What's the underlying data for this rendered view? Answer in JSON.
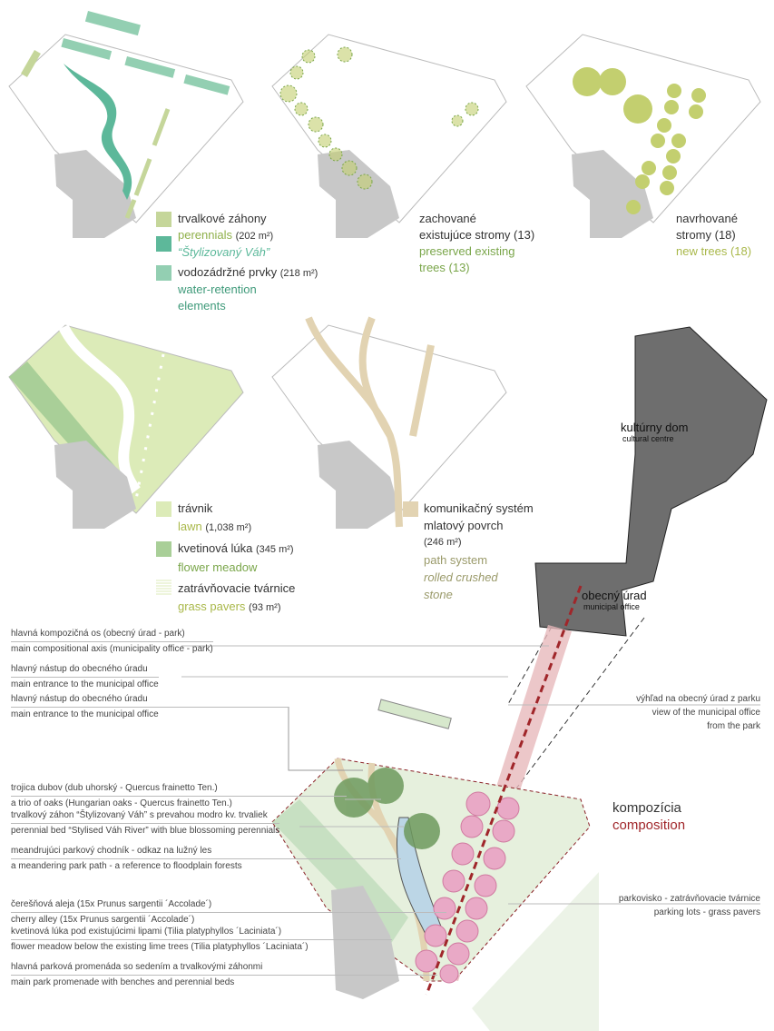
{
  "panels": {
    "perennials": {
      "l1": "trvalkové záhony",
      "l2": "perennials",
      "l2b": "(202 m²)",
      "l3": "“Štylizovaný Váh”",
      "l4": "vodozádržné prvky",
      "l4b": "(218 m²)",
      "l5": "water-retention",
      "l6": "elements"
    },
    "preserved": {
      "l1": "zachované",
      "l2": "existujúce stromy (13)",
      "l3": "preserved existing",
      "l4": "trees (13)"
    },
    "new_trees": {
      "l1": "navrhované",
      "l2": "stromy (18)",
      "l3": "new trees (18)"
    },
    "lawn": {
      "l1": "trávnik",
      "l2": "lawn",
      "l2b": "(1,038 m²)",
      "l3": "kvetinová lúka",
      "l3b": "(345 m²)",
      "l4": "flower meadow",
      "l5": "zatrávňovacie tvárnice",
      "l6": "grass pavers",
      "l6b": "(93 m²)"
    },
    "paths": {
      "l1": "komunikačný systém",
      "l2": "mlatový povrch",
      "l3": "(246 m²)",
      "l4": "path system",
      "l5": "rolled crushed",
      "l6": "stone"
    }
  },
  "buildings": {
    "culture_sk": "kultúrny dom",
    "culture_en": "cultural centre",
    "office_sk": "obecný úrad",
    "office_en": "municipal office"
  },
  "annotations_left": [
    {
      "sk": "hlavná kompozičná os (obecný úrad - park)",
      "en": "main compositional axis (municipality office - park)"
    },
    {
      "sk": "hlavný nástup do obecného úradu",
      "en": "main entrance to the municipal office"
    },
    {
      "sk": "hlavný nástup do obecného úradu",
      "en": "main entrance to the municipal office"
    },
    {
      "sk": "trojica dubov (dub uhorský - Quercus frainetto Ten.)",
      "en": "a trio of oaks (Hungarian oaks - Quercus frainetto Ten.)"
    },
    {
      "sk": "trvalkový záhon “Štylizovaný Váh” s prevahou modro kv. trvaliek",
      "en": "perennial bed “Stylised Váh River” with blue blossoming perennials"
    },
    {
      "sk": "meandrujúci parkový chodník - odkaz na lužný les",
      "en": "a meandering park path - a reference to floodplain forests"
    },
    {
      "sk": "čerešňová aleja (15x Prunus sargentii ´Accolade´)",
      "en": "cherry alley (15x Prunus sargentii ´Accolade´)"
    },
    {
      "sk": "kvetinová lúka pod existujúcimi lipami (Tilia platyphyllos ´Laciniata´)",
      "en": "flower meadow below the existing lime trees (Tilia platyphyllos ´Laciniata´)"
    },
    {
      "sk": "hlavná parková promenáda so sedením a trvalkovými záhonmi",
      "en": "main park promenade with benches and perennial beds"
    }
  ],
  "annotations_right": {
    "view_sk": "výhľad na obecný úrad z parku",
    "view_en1": "view of the municipal office",
    "view_en2": "from the park",
    "parking_sk": "parkovisko - zatrávňovacie tvárnice",
    "parking_en": "parking lots - grass pavers"
  },
  "title": {
    "sk": "kompozícia",
    "en": "composition"
  },
  "colors": {
    "perennial": "#c5d69a",
    "water": "#5db89a",
    "retention": "#93cfb2",
    "lawn": "#dcebb8",
    "meadow": "#a9cf98",
    "path": "#e2d3b2",
    "tree": "#c3cf6f",
    "axis": "#a0262a",
    "cherry": "#e9a9c6"
  }
}
